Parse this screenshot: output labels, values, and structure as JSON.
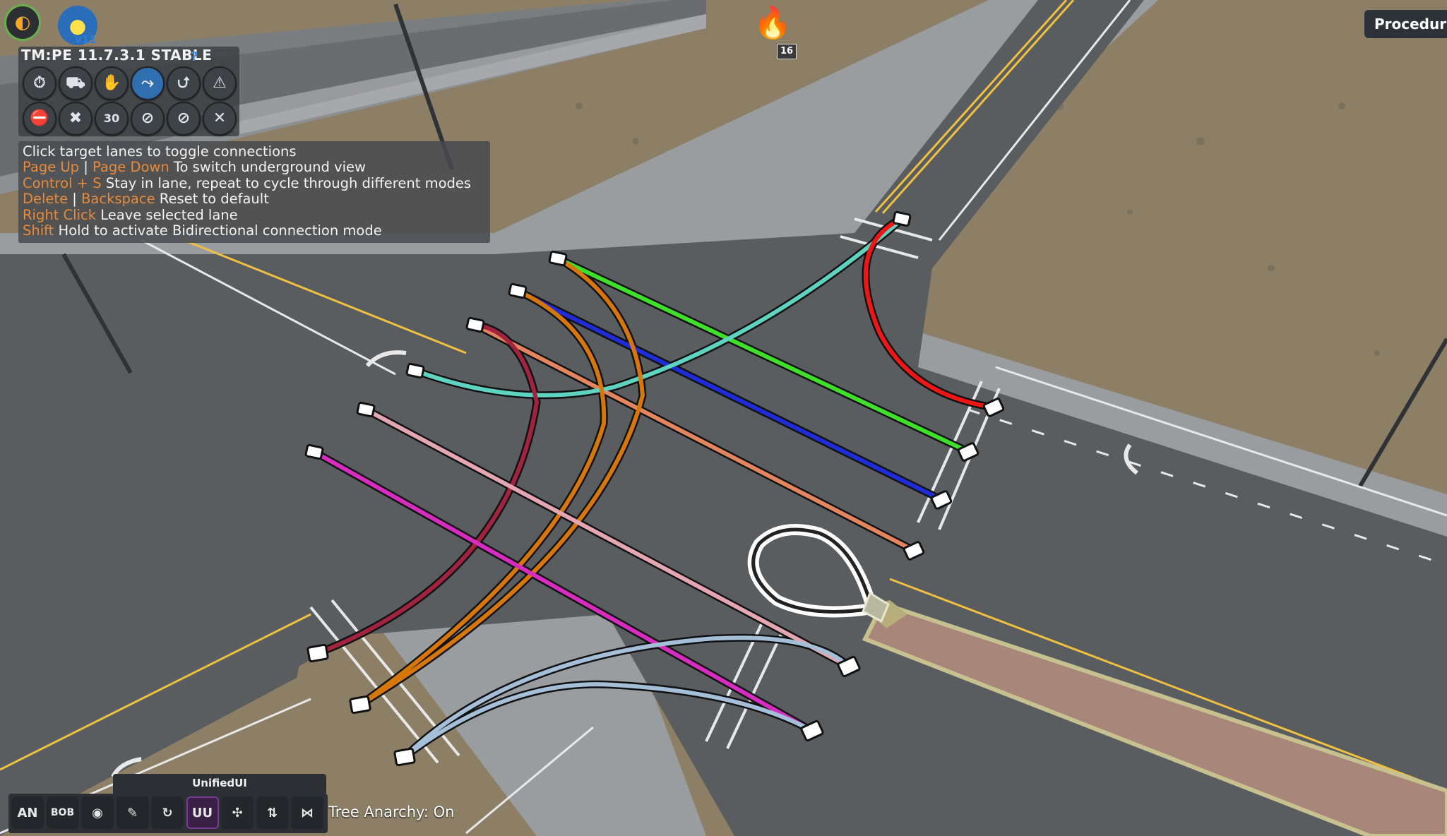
{
  "top_left": {
    "logo_icon": "game-logo-icon",
    "app_icon": "traffic-light-icon",
    "app_version": "v11"
  },
  "notification": {
    "icon": "fire-icon",
    "count": "16"
  },
  "procedural_panel": {
    "label": "Procedura"
  },
  "tmpe_toolbar": {
    "title": "TM:PE 11.7.3.1 STABLE",
    "help": "?",
    "row1": [
      {
        "name": "timed-traffic-lights-icon",
        "glyph": "⏱"
      },
      {
        "name": "vehicle-restrictions-icon",
        "glyph": "⛟"
      },
      {
        "name": "manual-traffic-lights-icon",
        "glyph": "✋"
      },
      {
        "name": "lane-connector-icon",
        "glyph": "⤳",
        "active": true
      },
      {
        "name": "lane-arrows-icon",
        "glyph": "⮍"
      },
      {
        "name": "parking-warning-icon",
        "glyph": "⚠"
      }
    ],
    "row2": [
      {
        "name": "priority-signs-icon",
        "glyph": "⛔"
      },
      {
        "name": "junction-restrictions-icon",
        "glyph": "✖"
      },
      {
        "name": "speed-limit-30-icon",
        "glyph": "30"
      },
      {
        "name": "no-parking-icon",
        "glyph": "⊘"
      },
      {
        "name": "no-uturn-icon",
        "glyph": "⊘"
      },
      {
        "name": "despawn-vehicles-icon",
        "glyph": "✕"
      }
    ]
  },
  "hints": [
    {
      "key": "",
      "sep": "",
      "key2": "",
      "text": "Click target lanes to toggle connections"
    },
    {
      "key": "Page Up",
      "sep": " | ",
      "key2": "Page Down",
      "text": " To switch underground view"
    },
    {
      "key": "Control + S",
      "sep": "",
      "key2": "",
      "text": " Stay in lane, repeat to cycle through different modes"
    },
    {
      "key": "Delete",
      "sep": " | ",
      "key2": "Backspace",
      "text": " Reset to default"
    },
    {
      "key": "Right Click",
      "sep": "",
      "key2": "",
      "text": " Leave selected lane"
    },
    {
      "key": "Shift",
      "sep": "",
      "key2": "",
      "text": " Hold to activate Bidirectional connection mode"
    }
  ],
  "unified_ui": {
    "title": "UnifiedUI",
    "buttons": [
      {
        "name": "anarchy-icon",
        "glyph": "AN"
      },
      {
        "name": "bob-button",
        "glyph": "BOB"
      },
      {
        "name": "coins-icon",
        "glyph": "◉"
      },
      {
        "name": "eyedropper-icon",
        "glyph": "✎"
      },
      {
        "name": "recycle-icon",
        "glyph": "↻"
      },
      {
        "name": "uu-icon",
        "glyph": "UU",
        "active": true
      },
      {
        "name": "node-controller-icon",
        "glyph": "✣"
      },
      {
        "name": "road-icon",
        "glyph": "⇅"
      },
      {
        "name": "intersection-icon",
        "glyph": "⋈"
      }
    ]
  },
  "status": {
    "tree_anarchy": "Tree Anarchy: On"
  },
  "lane_colors": {
    "green": "#3ee02a",
    "blue": "#1f2dd8",
    "orange_light": "#e3855e",
    "teal": "#5ed3c0",
    "red": "#f11616",
    "maroon": "#a2233f",
    "orange": "#d7760b",
    "pink": "#e4a6b3",
    "magenta": "#d82bc0",
    "light_blue": "#a5bfd8",
    "uturn": "#ffffff"
  }
}
